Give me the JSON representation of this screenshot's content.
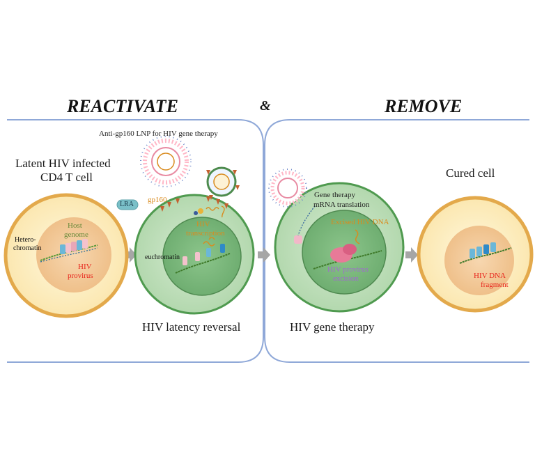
{
  "headings": {
    "reactivate": "REACTIVATE",
    "ampersand": "&",
    "remove": "REMOVE"
  },
  "panel1": {
    "lnp_label": "Anti-gp160 LNP for HIV gene therapy",
    "latent_cell_title_1": "Latent HIV infected",
    "latent_cell_title_2": "CD4 T cell",
    "lra_badge": "LRA",
    "gp160_label": "gp160",
    "host_genome_1": "Host",
    "host_genome_2": "genome",
    "heterochromatin_1": "Hetero-",
    "heterochromatin_2": "chromatin",
    "hiv_provirus_1": "HIV",
    "hiv_provirus_2": "provirus",
    "hiv_transcription_1": "HIV",
    "hiv_transcription_2": "transcription",
    "euchromatin": "euchromatin",
    "caption": "HIV latency reversal"
  },
  "panel2": {
    "gene_therapy_1": "Gene therapy",
    "gene_therapy_2": "mRNA translation",
    "excised_dna": "Excised HIV DNA",
    "hiv_excision_1": "HIV provirus",
    "hiv_excision_2": "excision",
    "caption": "HIV gene therapy",
    "cured_title": "Cured cell",
    "fragment_1": "HIV DNA",
    "fragment_2": "fragment"
  },
  "colors": {
    "panel_border": "#8fa8d8",
    "cell_outer": "#fbefc4",
    "cell_outer_border": "#e3a94b",
    "nucleus": "#f3c89a",
    "green_cell": "#c4e0c0",
    "green_border": "#4f9a4f",
    "green_nucleus": "#7fba80",
    "red_text": "#e8231b",
    "orange_text": "#d98b1e",
    "green_text": "#6a8a3a",
    "purple_text": "#a06ad0"
  }
}
